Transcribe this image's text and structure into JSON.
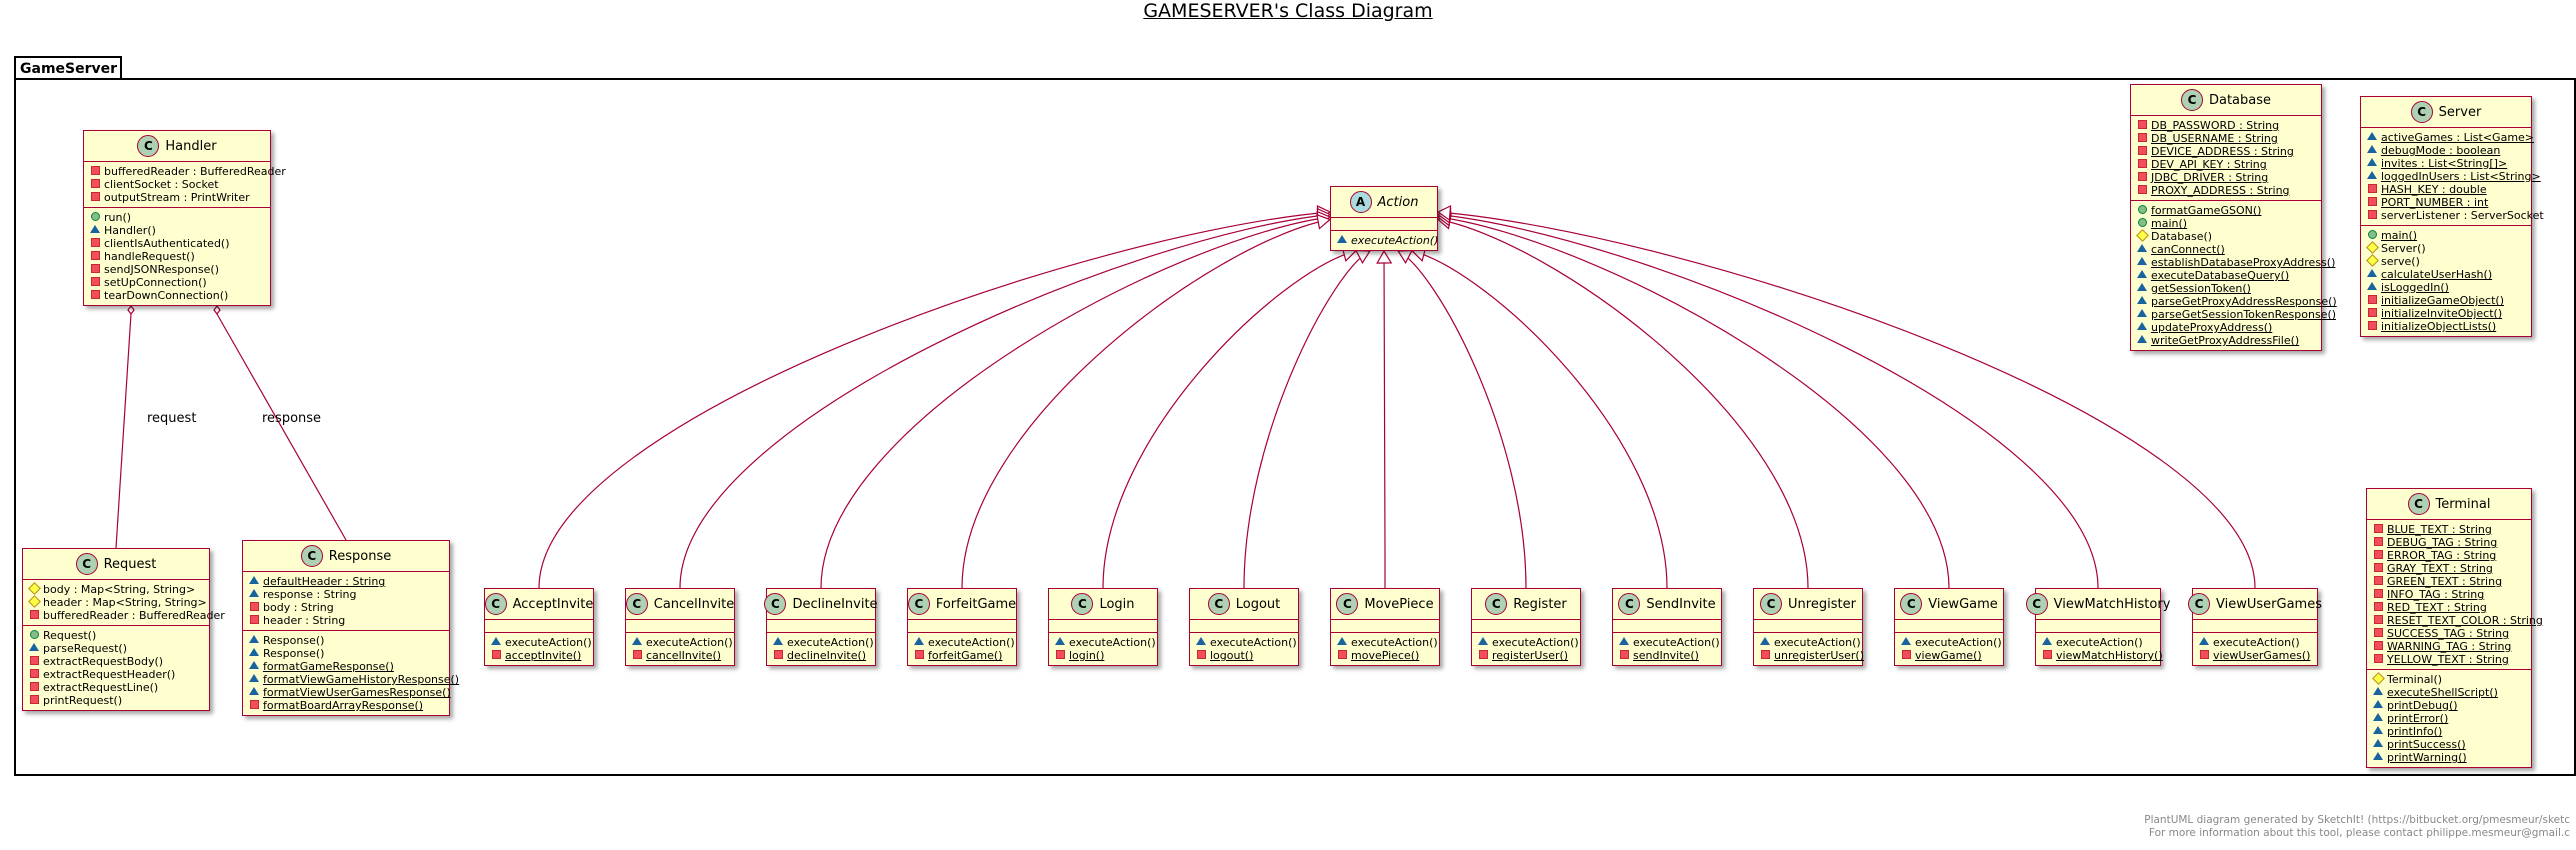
{
  "title": "GAMESERVER's Class Diagram",
  "package": "GameServer",
  "colors": {
    "fill": "#FEFECE",
    "border": "#A80036",
    "class_badge": "#ADD1B2",
    "abstract_badge": "#A9DCDF"
  },
  "relations": {
    "request_label": "request",
    "response_label": "response"
  },
  "footer": {
    "line1": "PlantUML diagram generated by SketchIt! (https://bitbucket.org/pmesmeur/sketc",
    "line2": "For more information about this tool, please contact philippe.mesmeur@gmail.c"
  },
  "classes": {
    "handler": {
      "badge": "C",
      "name": "Handler",
      "fields": [
        {
          "vis": "pri",
          "text": "bufferedReader : BufferedReader"
        },
        {
          "vis": "pri",
          "text": "clientSocket : Socket"
        },
        {
          "vis": "pri",
          "text": "outputStream : PrintWriter"
        }
      ],
      "methods": [
        {
          "vis": "pub",
          "text": "run()"
        },
        {
          "vis": "pkg",
          "text": "Handler()"
        },
        {
          "vis": "pri",
          "text": "clientIsAuthenticated()"
        },
        {
          "vis": "pri",
          "text": "handleRequest()"
        },
        {
          "vis": "pri",
          "text": "sendJSONResponse()"
        },
        {
          "vis": "pri",
          "text": "setUpConnection()"
        },
        {
          "vis": "pri",
          "text": "tearDownConnection()"
        }
      ]
    },
    "request": {
      "badge": "C",
      "name": "Request",
      "fields": [
        {
          "vis": "pro",
          "text": "body : Map<String, String>"
        },
        {
          "vis": "pro",
          "text": "header : Map<String, String>"
        },
        {
          "vis": "pri",
          "text": "bufferedReader : BufferedReader"
        }
      ],
      "methods": [
        {
          "vis": "pub",
          "text": "Request()"
        },
        {
          "vis": "pkg",
          "text": "parseRequest()"
        },
        {
          "vis": "pri",
          "text": "extractRequestBody()"
        },
        {
          "vis": "pri",
          "text": "extractRequestHeader()"
        },
        {
          "vis": "pri",
          "text": "extractRequestLine()"
        },
        {
          "vis": "pri",
          "text": "printRequest()"
        }
      ]
    },
    "response": {
      "badge": "C",
      "name": "Response",
      "fields": [
        {
          "vis": "pkg",
          "text": "defaultHeader : String",
          "st": true
        },
        {
          "vis": "pkg",
          "text": "response : String"
        },
        {
          "vis": "pri",
          "text": "body : String"
        },
        {
          "vis": "pri",
          "text": "header : String"
        }
      ],
      "methods": [
        {
          "vis": "pkg",
          "text": "Response()"
        },
        {
          "vis": "pkg",
          "text": "Response()"
        },
        {
          "vis": "pkg",
          "text": "formatGameResponse()",
          "st": true
        },
        {
          "vis": "pkg",
          "text": "formatViewGameHistoryResponse()",
          "st": true
        },
        {
          "vis": "pkg",
          "text": "formatViewUserGamesResponse()",
          "st": true
        },
        {
          "vis": "pri",
          "text": "formatBoardArrayResponse()",
          "st": true
        }
      ]
    },
    "action": {
      "badge": "A",
      "name": "Action",
      "abstract": true,
      "fields": [],
      "methods": [
        {
          "vis": "pkg",
          "text": "executeAction()",
          "ab": true
        }
      ]
    },
    "database": {
      "badge": "C",
      "name": "Database",
      "fields": [
        {
          "vis": "pri",
          "text": "DB_PASSWORD : String",
          "st": true
        },
        {
          "vis": "pri",
          "text": "DB_USERNAME : String",
          "st": true
        },
        {
          "vis": "pri",
          "text": "DEVICE_ADDRESS : String",
          "st": true
        },
        {
          "vis": "pri",
          "text": "DEV_API_KEY : String",
          "st": true
        },
        {
          "vis": "pri",
          "text": "JDBC_DRIVER : String",
          "st": true
        },
        {
          "vis": "pri",
          "text": "PROXY_ADDRESS : String",
          "st": true
        }
      ],
      "methods": [
        {
          "vis": "pub",
          "text": "formatGameGSON()",
          "st": true
        },
        {
          "vis": "pub",
          "text": "main()",
          "st": true
        },
        {
          "vis": "pro",
          "text": "Database()"
        },
        {
          "vis": "pkg",
          "text": "canConnect()",
          "st": true
        },
        {
          "vis": "pkg",
          "text": "establishDatabaseProxyAddress()",
          "st": true
        },
        {
          "vis": "pkg",
          "text": "executeDatabaseQuery()",
          "st": true
        },
        {
          "vis": "pkg",
          "text": "getSessionToken()",
          "st": true
        },
        {
          "vis": "pkg",
          "text": "parseGetProxyAddressResponse()",
          "st": true
        },
        {
          "vis": "pkg",
          "text": "parseGetSessionTokenResponse()",
          "st": true
        },
        {
          "vis": "pkg",
          "text": "updateProxyAddress()",
          "st": true
        },
        {
          "vis": "pkg",
          "text": "writeGetProxyAddressFile()",
          "st": true
        }
      ]
    },
    "server": {
      "badge": "C",
      "name": "Server",
      "fields": [
        {
          "vis": "pkg",
          "text": "activeGames : List<Game>",
          "st": true
        },
        {
          "vis": "pkg",
          "text": "debugMode : boolean",
          "st": true
        },
        {
          "vis": "pkg",
          "text": "invites : List<String[]>",
          "st": true
        },
        {
          "vis": "pkg",
          "text": "loggedInUsers : List<String>",
          "st": true
        },
        {
          "vis": "pri",
          "text": "HASH_KEY : double",
          "st": true
        },
        {
          "vis": "pri",
          "text": "PORT_NUMBER : int",
          "st": true
        },
        {
          "vis": "pri",
          "text": "serverListener : ServerSocket"
        }
      ],
      "methods": [
        {
          "vis": "pub",
          "text": "main()",
          "st": true
        },
        {
          "vis": "pro",
          "text": "Server()"
        },
        {
          "vis": "pro",
          "text": "serve()"
        },
        {
          "vis": "pkg",
          "text": "calculateUserHash()",
          "st": true
        },
        {
          "vis": "pkg",
          "text": "isLoggedIn()",
          "st": true
        },
        {
          "vis": "pri",
          "text": "initializeGameObject()",
          "st": true
        },
        {
          "vis": "pri",
          "text": "initializeInviteObject()",
          "st": true
        },
        {
          "vis": "pri",
          "text": "initializeObjectLists()",
          "st": true
        }
      ]
    },
    "terminal": {
      "badge": "C",
      "name": "Terminal",
      "fields": [
        {
          "vis": "pri",
          "text": "BLUE_TEXT : String",
          "st": true
        },
        {
          "vis": "pri",
          "text": "DEBUG_TAG : String",
          "st": true
        },
        {
          "vis": "pri",
          "text": "ERROR_TAG : String",
          "st": true
        },
        {
          "vis": "pri",
          "text": "GRAY_TEXT : String",
          "st": true
        },
        {
          "vis": "pri",
          "text": "GREEN_TEXT : String",
          "st": true
        },
        {
          "vis": "pri",
          "text": "INFO_TAG : String",
          "st": true
        },
        {
          "vis": "pri",
          "text": "RED_TEXT : String",
          "st": true
        },
        {
          "vis": "pri",
          "text": "RESET_TEXT_COLOR : String",
          "st": true
        },
        {
          "vis": "pri",
          "text": "SUCCESS_TAG : String",
          "st": true
        },
        {
          "vis": "pri",
          "text": "WARNING_TAG : String",
          "st": true
        },
        {
          "vis": "pri",
          "text": "YELLOW_TEXT : String",
          "st": true
        }
      ],
      "methods": [
        {
          "vis": "pro",
          "text": "Terminal()"
        },
        {
          "vis": "pkg",
          "text": "executeShellScript()",
          "st": true
        },
        {
          "vis": "pkg",
          "text": "printDebug()",
          "st": true
        },
        {
          "vis": "pkg",
          "text": "printError()",
          "st": true
        },
        {
          "vis": "pkg",
          "text": "printInfo()",
          "st": true
        },
        {
          "vis": "pkg",
          "text": "printSuccess()",
          "st": true
        },
        {
          "vis": "pkg",
          "text": "printWarning()",
          "st": true
        }
      ]
    },
    "acceptinvite": {
      "badge": "C",
      "name": "AcceptInvite",
      "fields": [],
      "methods": [
        {
          "vis": "pkg",
          "text": "executeAction()"
        },
        {
          "vis": "pri",
          "text": "acceptInvite()",
          "st": true
        }
      ]
    },
    "cancelinvite": {
      "badge": "C",
      "name": "CancelInvite",
      "fields": [],
      "methods": [
        {
          "vis": "pkg",
          "text": "executeAction()"
        },
        {
          "vis": "pri",
          "text": "cancelInvite()",
          "st": true
        }
      ]
    },
    "declineinvite": {
      "badge": "C",
      "name": "DeclineInvite",
      "fields": [],
      "methods": [
        {
          "vis": "pkg",
          "text": "executeAction()"
        },
        {
          "vis": "pri",
          "text": "declineInvite()",
          "st": true
        }
      ]
    },
    "forfeitgame": {
      "badge": "C",
      "name": "ForfeitGame",
      "fields": [],
      "methods": [
        {
          "vis": "pkg",
          "text": "executeAction()"
        },
        {
          "vis": "pri",
          "text": "forfeitGame()",
          "st": true
        }
      ]
    },
    "login": {
      "badge": "C",
      "name": "Login",
      "fields": [],
      "methods": [
        {
          "vis": "pkg",
          "text": "executeAction()"
        },
        {
          "vis": "pri",
          "text": "login()",
          "st": true
        }
      ]
    },
    "logout": {
      "badge": "C",
      "name": "Logout",
      "fields": [],
      "methods": [
        {
          "vis": "pkg",
          "text": "executeAction()"
        },
        {
          "vis": "pri",
          "text": "logout()",
          "st": true
        }
      ]
    },
    "movepiece": {
      "badge": "C",
      "name": "MovePiece",
      "fields": [],
      "methods": [
        {
          "vis": "pkg",
          "text": "executeAction()"
        },
        {
          "vis": "pri",
          "text": "movePiece()",
          "st": true
        }
      ]
    },
    "register": {
      "badge": "C",
      "name": "Register",
      "fields": [],
      "methods": [
        {
          "vis": "pkg",
          "text": "executeAction()"
        },
        {
          "vis": "pri",
          "text": "registerUser()",
          "st": true
        }
      ]
    },
    "sendinvite": {
      "badge": "C",
      "name": "SendInvite",
      "fields": [],
      "methods": [
        {
          "vis": "pkg",
          "text": "executeAction()"
        },
        {
          "vis": "pri",
          "text": "sendInvite()",
          "st": true
        }
      ]
    },
    "unregister": {
      "badge": "C",
      "name": "Unregister",
      "fields": [],
      "methods": [
        {
          "vis": "pkg",
          "text": "executeAction()"
        },
        {
          "vis": "pri",
          "text": "unregisterUser()",
          "st": true
        }
      ]
    },
    "viewgame": {
      "badge": "C",
      "name": "ViewGame",
      "fields": [],
      "methods": [
        {
          "vis": "pkg",
          "text": "executeAction()"
        },
        {
          "vis": "pri",
          "text": "viewGame()",
          "st": true
        }
      ]
    },
    "viewmatchhistory": {
      "badge": "C",
      "name": "ViewMatchHistory",
      "fields": [],
      "methods": [
        {
          "vis": "pkg",
          "text": "executeAction()"
        },
        {
          "vis": "pri",
          "text": "viewMatchHistory()",
          "st": true
        }
      ]
    },
    "viewusergames": {
      "badge": "C",
      "name": "ViewUserGames",
      "fields": [],
      "methods": [
        {
          "vis": "pkg",
          "text": "executeAction()"
        },
        {
          "vis": "pri",
          "text": "viewUserGames()",
          "st": true
        }
      ]
    }
  }
}
